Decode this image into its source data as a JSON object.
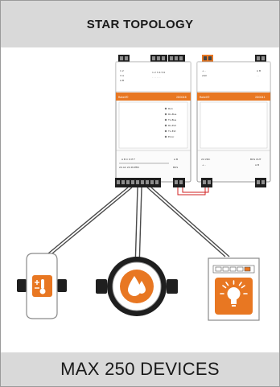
{
  "title": "STAR TOPOLOGY",
  "footer": "MAX 250 DEVICES",
  "controller": {
    "brand": "Rakell©",
    "model": "2D0046",
    "top_terminal_labels": [
      "A B",
      "C"
    ],
    "status_list": [
      "Run",
      "Rx-Bus",
      "Tx-Bus",
      "Rx-Ext",
      "Tx-Ext",
      "Error"
    ],
    "bottom_left_label": "A B C D E F",
    "bottom_right_label": "A B"
  },
  "extension": {
    "brand": "Rakell©",
    "model": "2D0041",
    "bottom_labels": [
      "24 VDC",
      "BUS OUT"
    ]
  },
  "devices": [
    {
      "name": "temperature-sensor",
      "icon": "thermometer"
    },
    {
      "name": "water-meter",
      "icon": "water-drop"
    },
    {
      "name": "lighting-controller",
      "icon": "light-bulb"
    }
  ],
  "colors": {
    "band": "#d9d9d9",
    "accent": "#e87722",
    "wire_red": "#d22020"
  }
}
